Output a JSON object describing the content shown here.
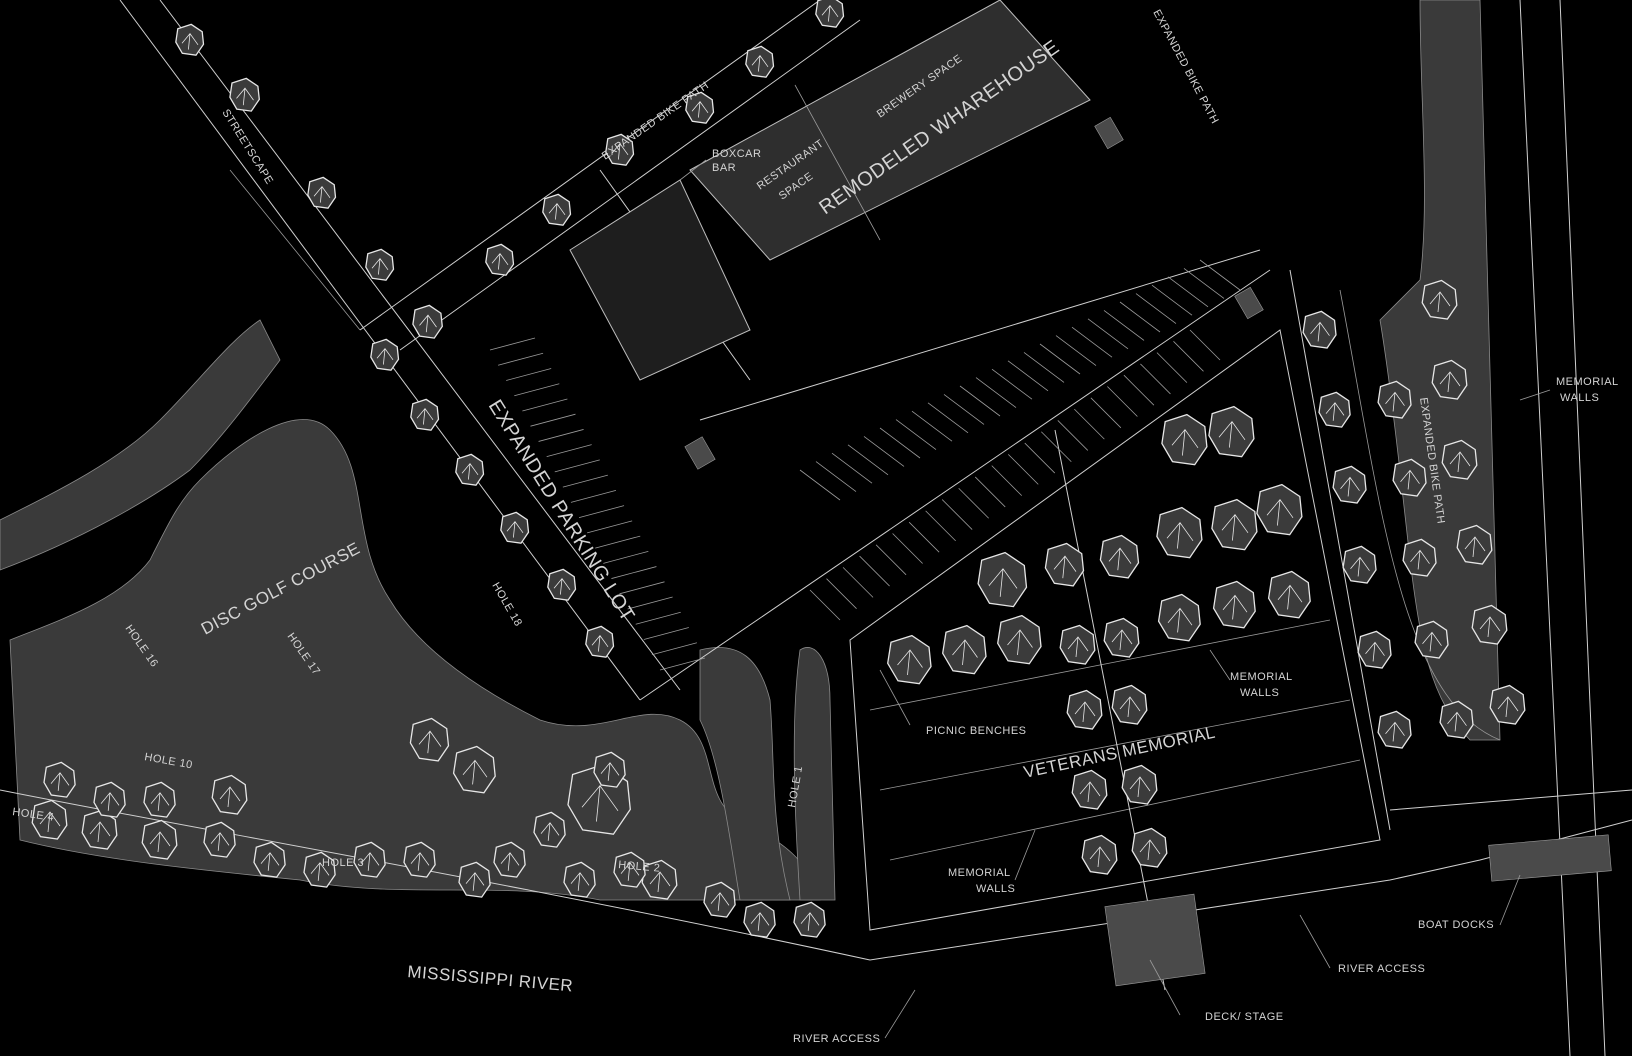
{
  "labels": {
    "streetscape": "STREETSCAPE",
    "bike_path_top": "EXPANDED BIKE PATH",
    "bike_path_right": "EXPANDED BIKE PATH",
    "bike_path_east": "EXPANDED BIKE PATH",
    "boxcar_bar": [
      "BOXCAR",
      "BAR"
    ],
    "restaurant_space": [
      "RESTAURANT",
      "SPACE"
    ],
    "brewery_space": "BREWERY SPACE",
    "remodeled_warehouse": "REMODELED WHAREHOUSE",
    "parking_lot": "EXPANDED PARKING LOT",
    "disc_golf": "DISC GOLF COURSE",
    "hole_18": "HOLE 18",
    "hole_17": "HOLE 17",
    "hole_16": "HOLE 16",
    "hole_10": "HOLE 10",
    "hole_4": "HOLE 4",
    "hole_3": "HOLE 3",
    "hole_2": "HOLE 2",
    "hole_1": "HOLE 1",
    "veterans_memorial": "VETERANS MEMORIAL",
    "picnic_benches": "PICNIC BENCHES",
    "memorial_walls_center": [
      "MEMORIAL",
      "WALLS"
    ],
    "memorial_walls_lower": [
      "MEMORIAL",
      "WALLS"
    ],
    "memorial_walls_right": [
      "MEMORIAL",
      "WALLS"
    ],
    "mississippi_river": "MISSISSIPPI RIVER",
    "river_access_left": "RIVER ACCESS",
    "river_access_right": "RIVER ACCESS",
    "deck_stage": "DECK/ STAGE",
    "boat_docks": "BOAT DOCKS"
  },
  "colors": {
    "background": "#000000",
    "linework": "#cfcfcf",
    "vegetation_mass": "#3a3a3a",
    "building": "#2e2e2e",
    "tree_canopy": "#3b3b3b"
  }
}
